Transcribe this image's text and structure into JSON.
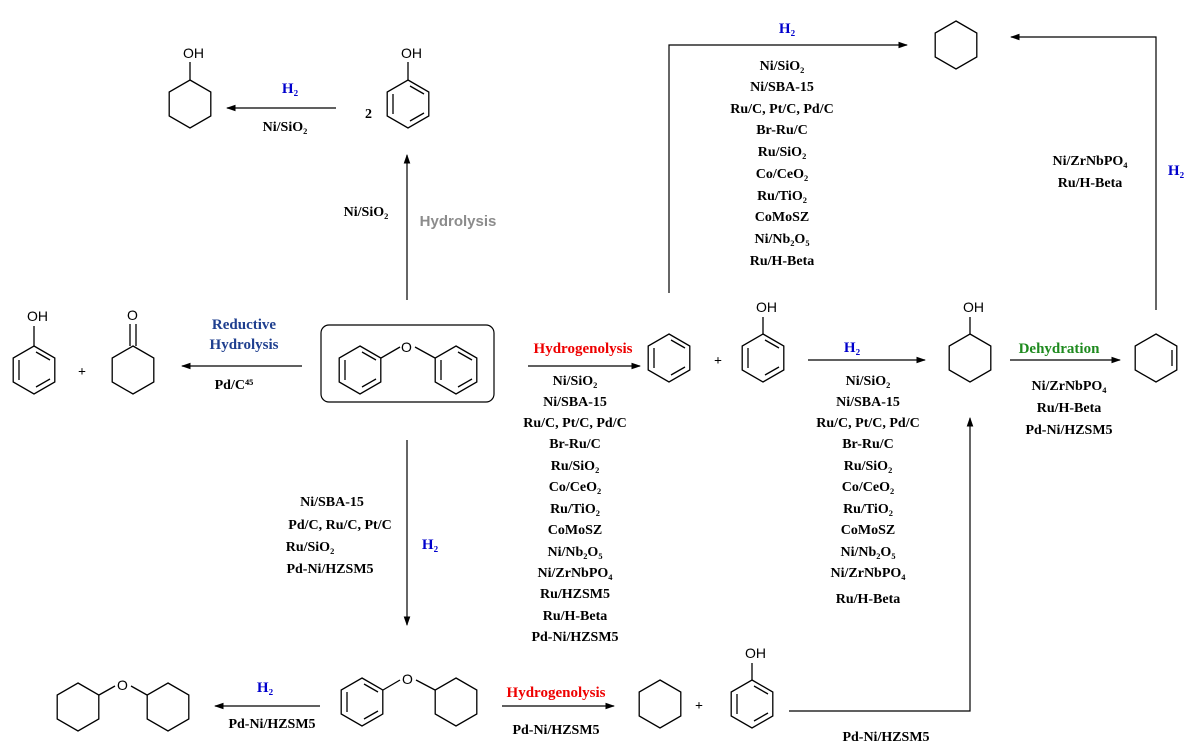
{
  "colors": {
    "h2": "#0000cc",
    "hydrogenolysis": "#ee0000",
    "reductive_hydrolysis": "#1f3f8f",
    "hydrolysis": "#8c8c8c",
    "dehydration": "#1e8a1e"
  },
  "atoms": {
    "oxygen": "O",
    "hydroxyl": "OH"
  },
  "labels": {
    "h2": "H₂",
    "hydrolysis": "Hydrolysis",
    "reductive_hydrolysis_line1": "Reductive",
    "reductive_hydrolysis_line2": "Hydrolysis",
    "hydrogenolysis": "Hydrogenolysis",
    "dehydration": "Dehydration",
    "plus": "+",
    "coefficient_two": "2"
  },
  "catalysts": {
    "phenol_to_cyclohexanol": "Ni/SiO₂",
    "hydrolysis": "Ni/SiO₂",
    "reductive_hydrolysis": "Pd/C⁴⁵",
    "benzene_to_cyclohexane": [
      "Ni/SiO₂",
      "Ni/SBA-15",
      "Ru/C, Pt/C, Pd/C",
      "Br-Ru/C",
      "Ru/SiO₂",
      "Co/CeO₂",
      "Ru/TiO₂",
      "CoMoSZ",
      "Ni/Nb₂O₅",
      "Ru/H-Beta"
    ],
    "cyclohexene_to_cyclohexane": [
      "Ni/ZrNbPO₄",
      "Ru/H-Beta"
    ],
    "hydrogenolysis_main": [
      "Ni/SiO₂",
      "Ni/SBA-15",
      "Ru/C, Pt/C, Pd/C",
      "Br-Ru/C",
      "Ru/SiO₂",
      "Co/CeO₂",
      "Ru/TiO₂",
      "CoMoSZ",
      "Ni/Nb₂O₅",
      "Ni/ZrNbPO₄",
      "Ru/HZSM5",
      "Ru/H-Beta",
      "Pd-Ni/HZSM5"
    ],
    "phenol_to_cyclohexanol_right": [
      "Ni/SiO₂",
      "Ni/SBA-15",
      "Ru/C, Pt/C, Pd/C",
      "Br-Ru/C",
      "Ru/SiO₂",
      "Co/CeO₂",
      "Ru/TiO₂",
      "CoMoSZ",
      "Ni/Nb₂O₅",
      "Ni/ZrNbPO₄",
      "Ru/H-Beta"
    ],
    "dehydration": [
      "Ni/ZrNbPO₄",
      "Ru/H-Beta",
      "Pd-Ni/HZSM5"
    ],
    "partial_hydrogenation": [
      "Ni/SBA-15",
      "Pd/C, Ru/C, Pt/C",
      "Ru/SiO₂",
      "Pd-Ni/HZSM5"
    ],
    "full_hydrogenation_bottom": "Pd-Ni/HZSM5",
    "hydrogenolysis_bottom": "Pd-Ni/HZSM5",
    "bottom_phenol_to_cyclohexanol": "Pd-Ni/HZSM5"
  }
}
